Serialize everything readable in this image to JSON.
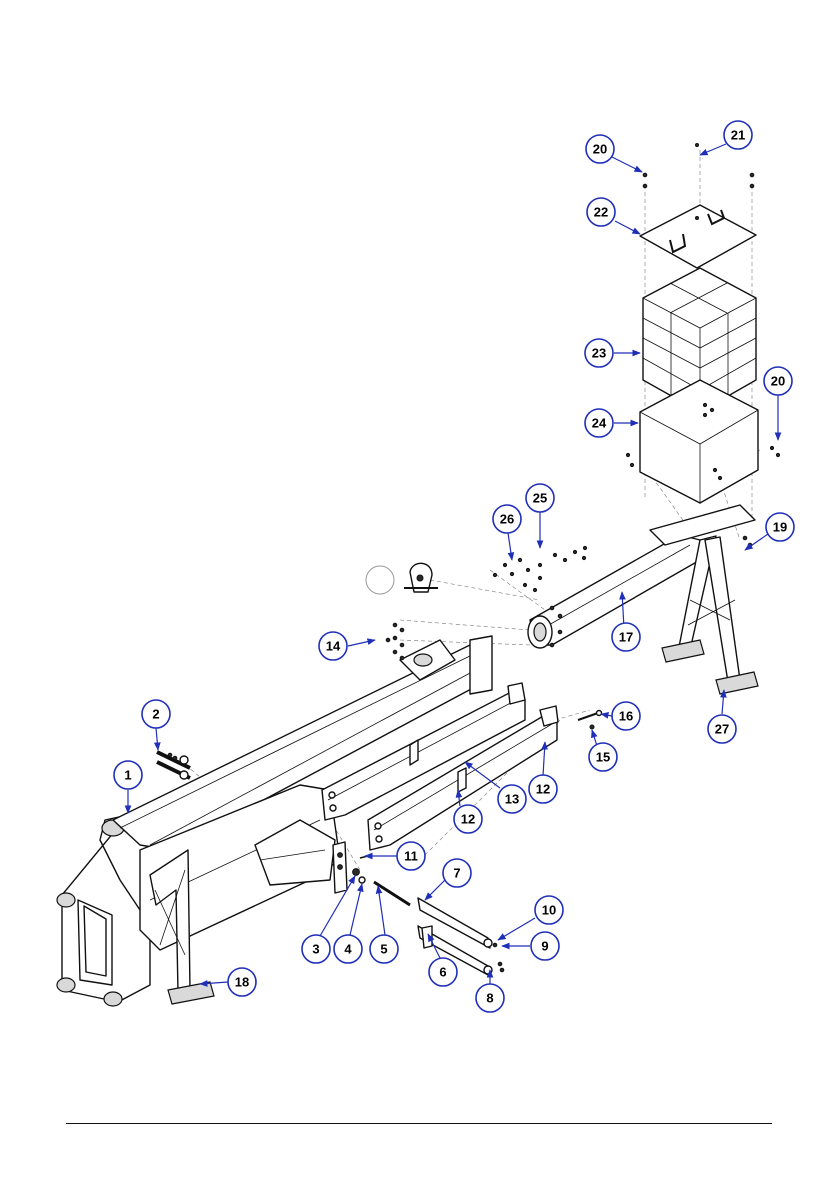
{
  "callouts": [
    "1",
    "2",
    "3",
    "4",
    "5",
    "6",
    "7",
    "8",
    "9",
    "10",
    "11",
    "12",
    "12",
    "13",
    "14",
    "15",
    "16",
    "17",
    "18",
    "19",
    "20",
    "20",
    "21",
    "22",
    "23",
    "24",
    "25",
    "26",
    "27"
  ],
  "colors": {
    "callout_stroke": "#1f2fb8",
    "line": "#111111",
    "shade": "#d9d9d9"
  }
}
